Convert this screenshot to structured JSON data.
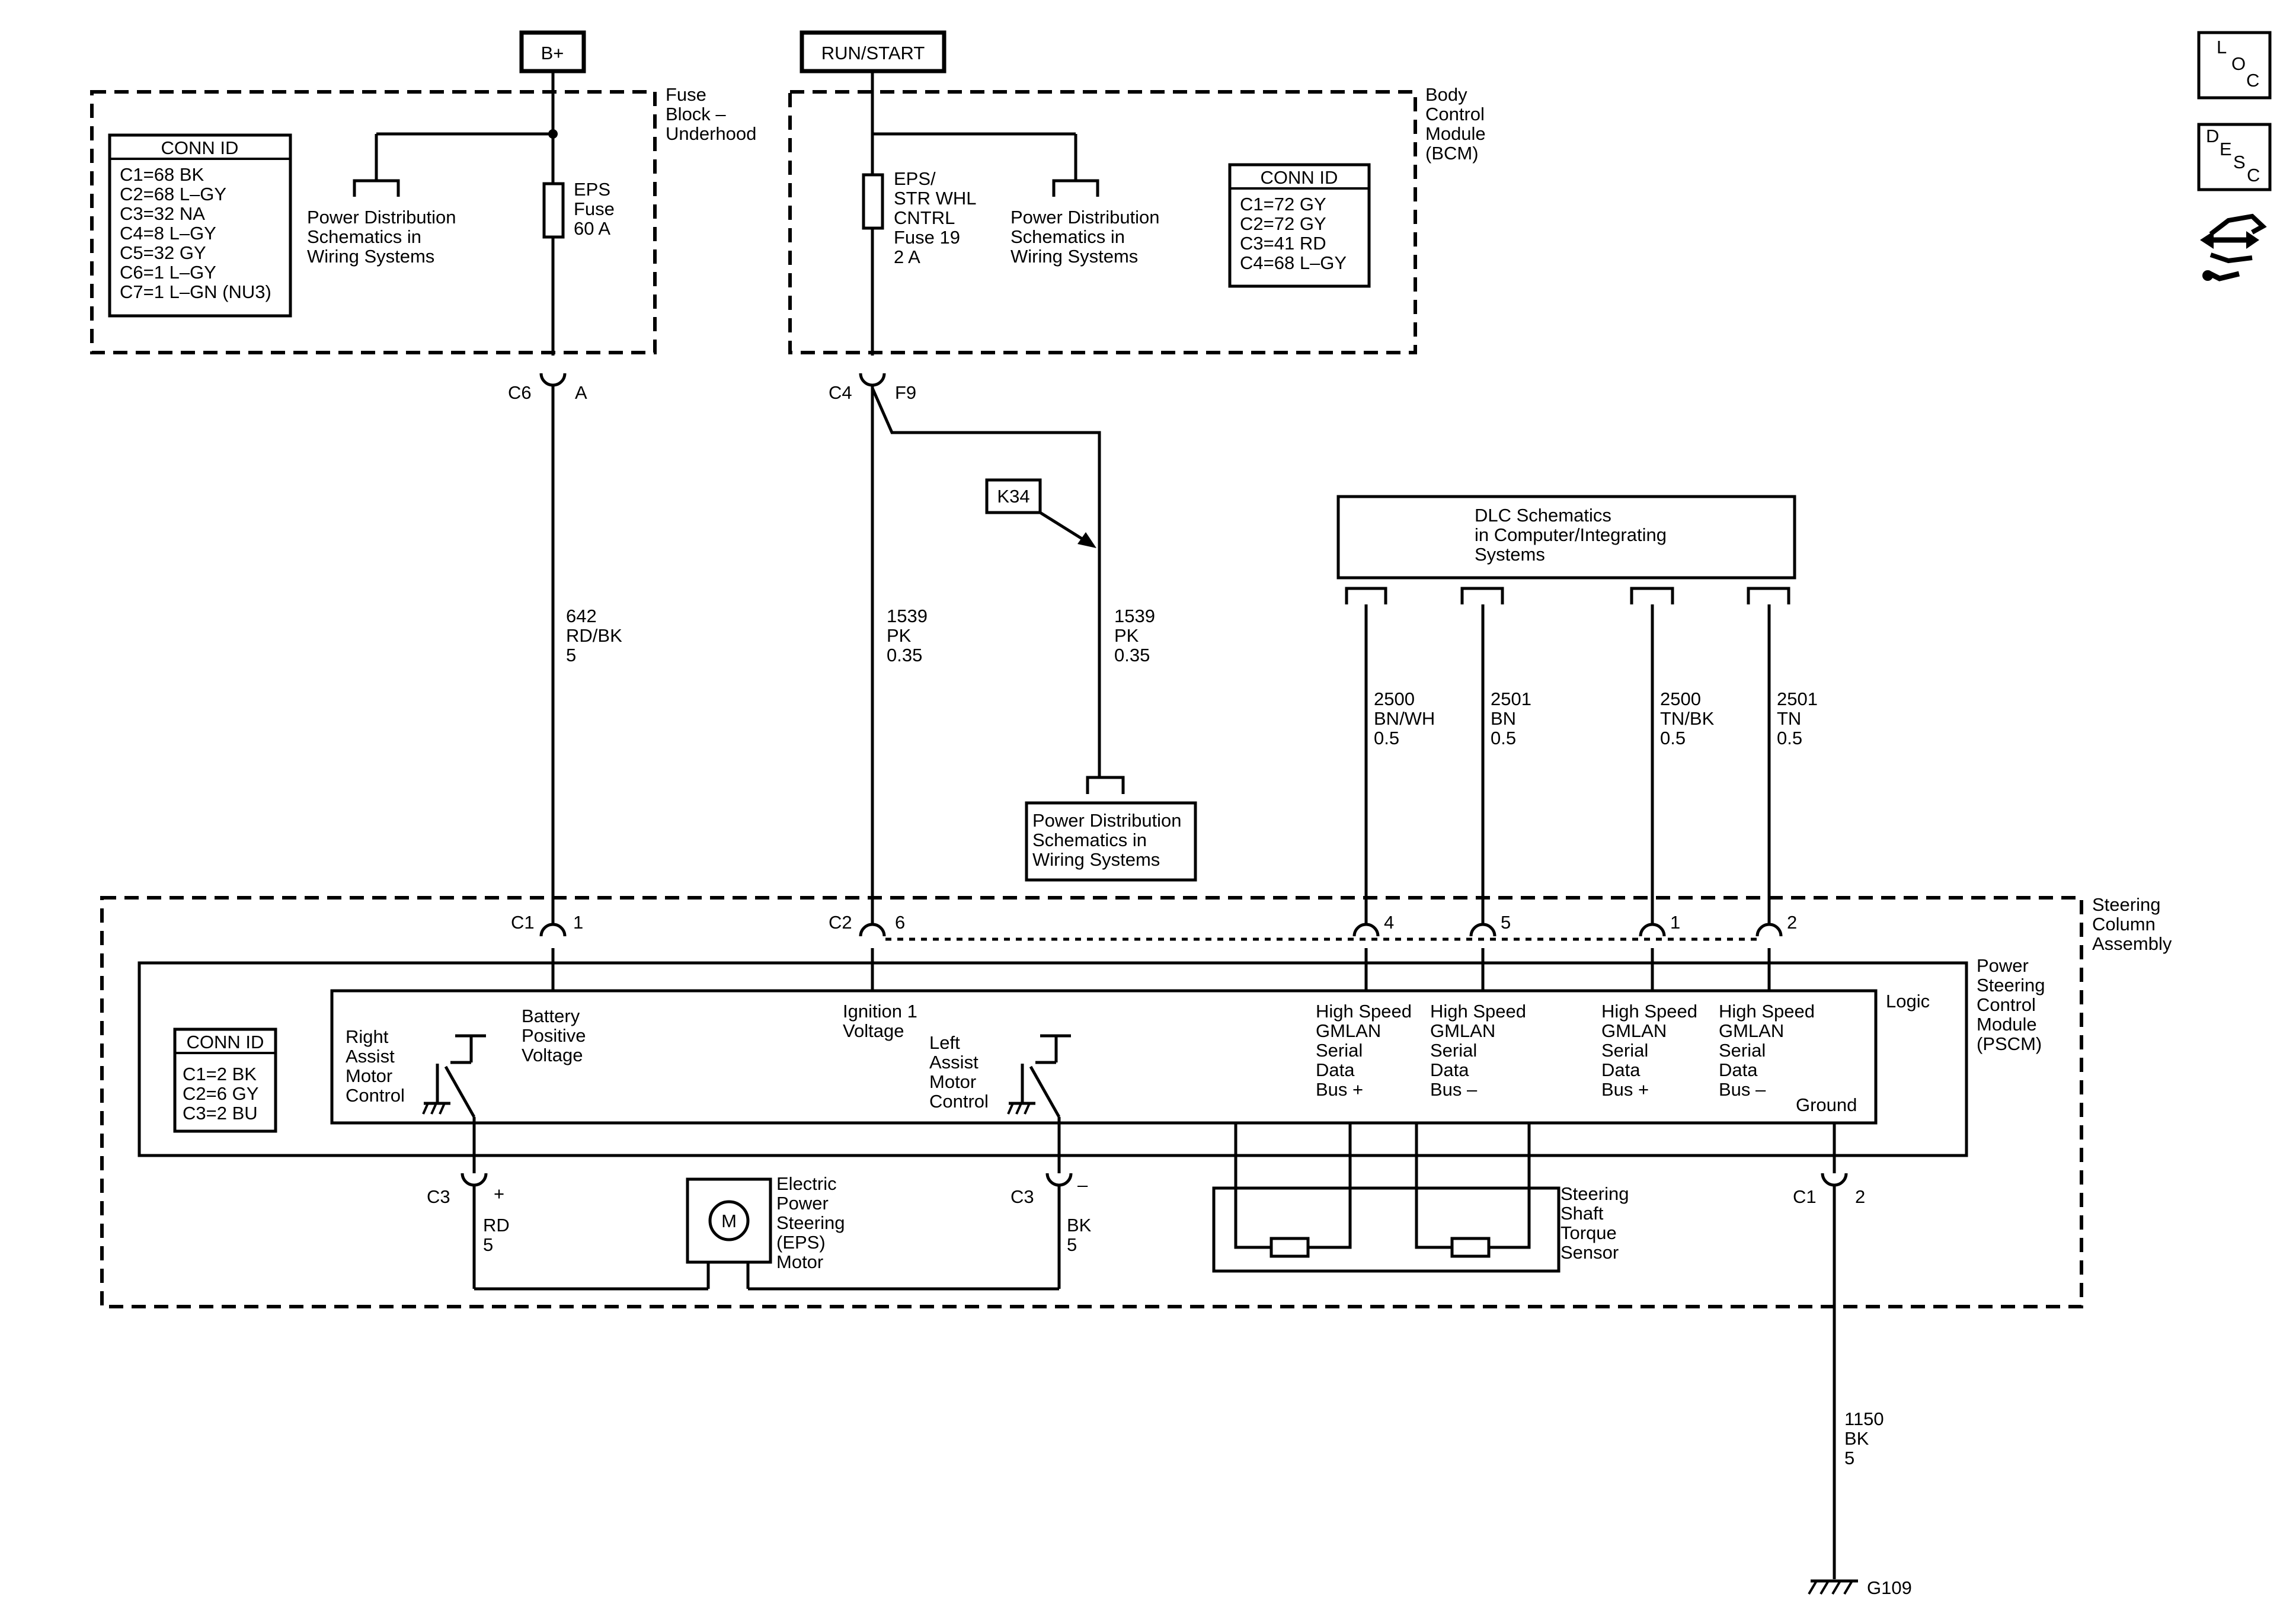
{
  "sources": {
    "battery": "B+",
    "run_start": "RUN/START"
  },
  "icons": {
    "loc": [
      "L",
      "O",
      "C"
    ],
    "desc": [
      "D",
      "E",
      "S",
      "C"
    ],
    "connector_icon": "connector-end-view-icon"
  },
  "fuse_block": {
    "title": [
      "Fuse",
      "Block –",
      "Underhood"
    ],
    "conn_id_header": "CONN ID",
    "conn_ids": [
      "C1=68 BK",
      "C2=68 L–GY",
      "C3=32 NA",
      "C4=8 L–GY",
      "C5=32 GY",
      "C6=1 L–GY",
      "C7=1 L–GN (NU3)"
    ],
    "power_dist_ref": [
      "Power Distribution",
      "Schematics in",
      "Wiring Systems"
    ],
    "fuse_label": [
      "EPS",
      "Fuse",
      "60 A"
    ],
    "out_connector": "C6",
    "out_pin": "A"
  },
  "bcm": {
    "title": [
      "Body",
      "Control",
      "Module",
      "(BCM)"
    ],
    "conn_id_header": "CONN ID",
    "conn_ids": [
      "C1=72 GY",
      "C2=72 GY",
      "C3=41 RD",
      "C4=68 L–GY"
    ],
    "power_dist_ref": [
      "Power Distribution",
      "Schematics in",
      "Wiring Systems"
    ],
    "fuse_label": [
      "EPS/",
      "STR WHL",
      "CNTRL",
      "Fuse 19",
      "2 A"
    ],
    "out_connector": "C4",
    "out_pin": "F9"
  },
  "option_tag": "K34",
  "wires": {
    "w642": [
      "642",
      "RD/BK",
      "5"
    ],
    "w1539a": [
      "1539",
      "PK",
      "0.35"
    ],
    "w1539b": [
      "1539",
      "PK",
      "0.35"
    ],
    "w2500a": [
      "2500",
      "BN/WH",
      "0.5"
    ],
    "w2501a": [
      "2501",
      "BN",
      "0.5"
    ],
    "w2500b": [
      "2500",
      "TN/BK",
      "0.5"
    ],
    "w2501b": [
      "2501",
      "TN",
      "0.5"
    ],
    "w1150": [
      "1150",
      "BK",
      "5"
    ],
    "motor_pos": [
      "RD",
      "5"
    ],
    "motor_neg": [
      "BK",
      "5"
    ]
  },
  "power_dist_bottom": [
    "Power Distribution",
    "Schematics in",
    "Wiring Systems"
  ],
  "dlc": [
    "DLC Schematics",
    "in Computer/Integrating",
    "Systems"
  ],
  "steering_column": {
    "title": [
      "Steering",
      "Column",
      "Assembly"
    ]
  },
  "pscm": {
    "title": [
      "Power",
      "Steering",
      "Control",
      "Module",
      "(PSCM)"
    ],
    "conn_id_header": "CONN ID",
    "conn_ids": [
      "C1=2 BK",
      "C2=6 GY",
      "C3=2 BU"
    ],
    "logic": "Logic",
    "battery_voltage": [
      "Battery",
      "Positive",
      "Voltage"
    ],
    "ignition_voltage": [
      "Ignition 1",
      "Voltage"
    ],
    "right_assist": [
      "Right",
      "Assist",
      "Motor",
      "Control"
    ],
    "left_assist": [
      "Left",
      "Assist",
      "Motor",
      "Control"
    ],
    "gmlan1": [
      "High Speed",
      "GMLAN",
      "Serial",
      "Data",
      "Bus +"
    ],
    "gmlan2": [
      "High Speed",
      "GMLAN",
      "Serial",
      "Data",
      "Bus –"
    ],
    "gmlan3": [
      "High Speed",
      "GMLAN",
      "Serial",
      "Data",
      "Bus +"
    ],
    "gmlan4": [
      "High Speed",
      "GMLAN",
      "Serial",
      "Data",
      "Bus –"
    ],
    "ground": "Ground",
    "pins": {
      "c1": "C1",
      "c1_pin": "1",
      "c2": "C2",
      "c2_pin": "6",
      "p4": "4",
      "p5": "5",
      "p1": "1",
      "p2": "2",
      "c3a": "C3",
      "c3a_pin": "+",
      "c3b": "C3",
      "c3b_pin": "–",
      "gnd": "C1",
      "gnd_pin": "2"
    }
  },
  "motor": {
    "symbol": "M",
    "label": [
      "Electric",
      "Power",
      "Steering",
      "(EPS)",
      "Motor"
    ]
  },
  "torque_sensor": [
    "Steering",
    "Shaft",
    "Torque",
    "Sensor"
  ],
  "ground_point": "G109"
}
